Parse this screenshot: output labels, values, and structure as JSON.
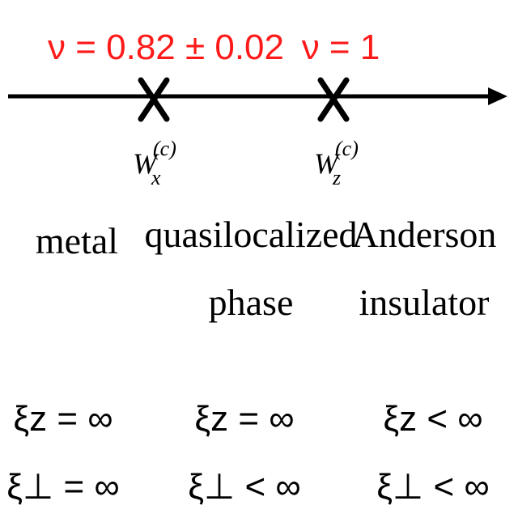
{
  "colors": {
    "annotation": "#ff1a1a",
    "ink": "#000000"
  },
  "critical_points": [
    {
      "exponent_label": "ν = 0.82 ± 0.02",
      "symbol_base": "W",
      "symbol_sub": "x",
      "symbol_sup": "(c)",
      "marker_icon": "cross-icon"
    },
    {
      "exponent_label": "ν = 1",
      "symbol_base": "W",
      "symbol_sub": "z",
      "symbol_sup": "(c)",
      "marker_icon": "cross-icon"
    }
  ],
  "phases": [
    {
      "name_line1": "metal",
      "name_line2": "",
      "xi_z": "ξz = ∞",
      "xi_perp": "ξ⊥ = ∞"
    },
    {
      "name_line1": "quasilocalized",
      "name_line2": "phase",
      "xi_z": "ξz = ∞",
      "xi_perp": "ξ⊥ < ∞"
    },
    {
      "name_line1": "Anderson",
      "name_line2": "insulator",
      "xi_z": "ξz < ∞",
      "xi_perp": "ξ⊥ < ∞"
    }
  ]
}
